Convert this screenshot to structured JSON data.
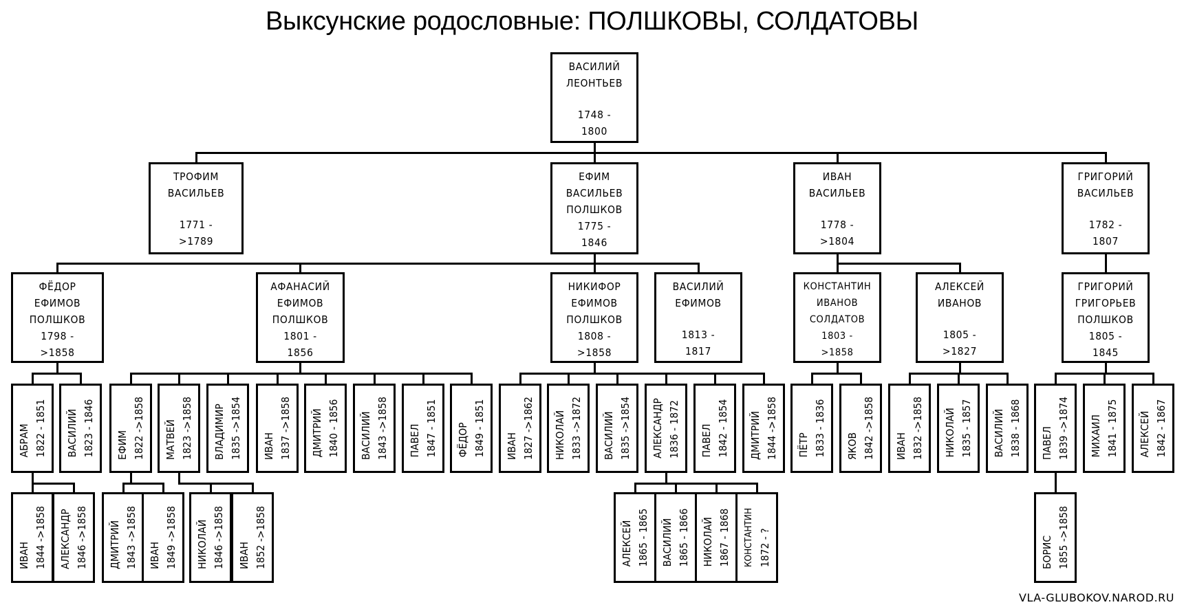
{
  "title": "Выксунские родословные: ПОЛШКОВЫ, СОЛДАТОВЫ",
  "footer": "VLA-GLUBOKOV.NAROD.RU",
  "colors": {
    "line": "#000000",
    "background": "#ffffff"
  },
  "nodes": {
    "vasiliy_leontiev": {
      "name": "ВАСИЛИЙ\nЛЕОНТЬЕВ",
      "years": "1748 -\n1800"
    },
    "trofim": {
      "name": "ТРОФИМ\nВАСИЛЬЕВ",
      "years": "1771 -\n>1789"
    },
    "efim": {
      "name": "ЕФИМ\nВАСИЛЬЕВ\nПОЛШКОВ",
      "years": "1775 -\n1846"
    },
    "ivan_v": {
      "name": "ИВАН\nВАСИЛЬЕВ",
      "years": "1778 -\n>1804"
    },
    "grigoriy_v": {
      "name": "ГРИГОРИЙ\nВАСИЛЬЕВ",
      "years": "1782 -\n1807"
    },
    "fedor_e": {
      "name": "ФЁДОР\nЕФИМОВ\nПОЛШКОВ",
      "years": "1798 -\n>1858"
    },
    "afanasiy": {
      "name": "АФАНАСИЙ\nЕФИМОВ\nПОЛШКОВ",
      "years": "1801 -\n1856"
    },
    "nikifor": {
      "name": "НИКИФОР\nЕФИМОВ\nПОЛШКОВ",
      "years": "1808 -\n>1858"
    },
    "vasiliy_e": {
      "name": "ВАСИЛИЙ\nЕФИМОВ",
      "years": "1813 -\n1817"
    },
    "konstantin_s": {
      "name": "КОНСТАНТИН\nИВАНОВ\nСОЛДАТОВ",
      "years": "1803 -\n>1858"
    },
    "aleksey_i": {
      "name": "АЛЕКСЕЙ\nИВАНОВ",
      "years": "1805 -\n>1827"
    },
    "grigoriy_g": {
      "name": "ГРИГОРИЙ\nГРИГОРЬЕВ\nПОЛШКОВ",
      "years": "1805  -\n1845"
    },
    "abram": {
      "name": "АБРАМ",
      "years": "1822 - 1851"
    },
    "vasiliy_f": {
      "name": "ВАСИЛИЙ",
      "years": "1823 - 1846"
    },
    "efim_a": {
      "name": "ЕФИМ",
      "years": "1822 ->1858"
    },
    "matvey": {
      "name": "МАТВЕЙ",
      "years": "1823 ->1858"
    },
    "vladimir": {
      "name": "ВЛАДИМИР",
      "years": "1835 ->1854"
    },
    "ivan_a": {
      "name": "ИВАН",
      "years": "1837 ->1858"
    },
    "dmitriy_a": {
      "name": "ДМИТРИЙ",
      "years": "1840 - 1856"
    },
    "vasiliy_a": {
      "name": "ВАСИЛИЙ",
      "years": "1843 ->1858"
    },
    "pavel_a": {
      "name": "ПАВЕЛ",
      "years": "1847 - 1851"
    },
    "fedor_a": {
      "name": "ФЁДОР",
      "years": "1849 - 1851"
    },
    "ivan_n": {
      "name": "ИВАН",
      "years": "1827 ->1862"
    },
    "nikolay_n": {
      "name": "НИКОЛАЙ",
      "years": "1833 ->1872"
    },
    "vasiliy_n": {
      "name": "ВАСИЛИЙ",
      "years": "1835 ->1854"
    },
    "aleksandr_n": {
      "name": "АЛЕКСАНДР",
      "years": "1836 - 1872"
    },
    "pavel_n": {
      "name": "ПАВЕЛ",
      "years": "1842 - 1854"
    },
    "dmitriy_n": {
      "name": "ДМИТРИЙ",
      "years": "1844 ->1858"
    },
    "petr": {
      "name": "ПЁТР",
      "years": "1833 - 1836"
    },
    "yakov": {
      "name": "ЯКОВ",
      "years": "1842 ->1858"
    },
    "ivan_g": {
      "name": "ИВАН",
      "years": "1832 ->1858"
    },
    "nikolay_g": {
      "name": "НИКОЛАЙ",
      "years": "1835 - 1857"
    },
    "vasiliy_g": {
      "name": "ВАСИЛИЙ",
      "years": "1838 - 1868"
    },
    "pavel_g": {
      "name": "ПАВЕЛ",
      "years": "1839 ->1874"
    },
    "mikhail_g": {
      "name": "МИХАИЛ",
      "years": "1841 - 1875"
    },
    "aleksey_g": {
      "name": "АЛЕКСЕЙ",
      "years": "1842 - 1867"
    },
    "ivan_ab": {
      "name": "ИВАН",
      "years": "1844 ->1858"
    },
    "aleksandr_ab": {
      "name": "АЛЕКСАНДР",
      "years": "1846 ->1858"
    },
    "dmitriy_ef": {
      "name": "ДМИТРИЙ",
      "years": "1843 ->1858"
    },
    "ivan_ef": {
      "name": "ИВАН",
      "years": "1849 ->1858"
    },
    "nikolay_m": {
      "name": "НИКОЛАЙ",
      "years": "1846 ->1858"
    },
    "ivan_m": {
      "name": "ИВАН",
      "years": "1852 ->1858"
    },
    "aleksey_al": {
      "name": "АЛЕКСЕЙ",
      "years": "1865 - 1865"
    },
    "vasiliy_al": {
      "name": "ВАСИЛИЙ",
      "years": "1865 - 1866"
    },
    "nikolay_al": {
      "name": "НИКОЛАЙ",
      "years": "1867 - 1868"
    },
    "konstantin_al": {
      "name": "КОНСТАНТИН",
      "years": "1872 - ?"
    },
    "boris": {
      "name": "БОРИС",
      "years": "1855 ->1858"
    }
  }
}
